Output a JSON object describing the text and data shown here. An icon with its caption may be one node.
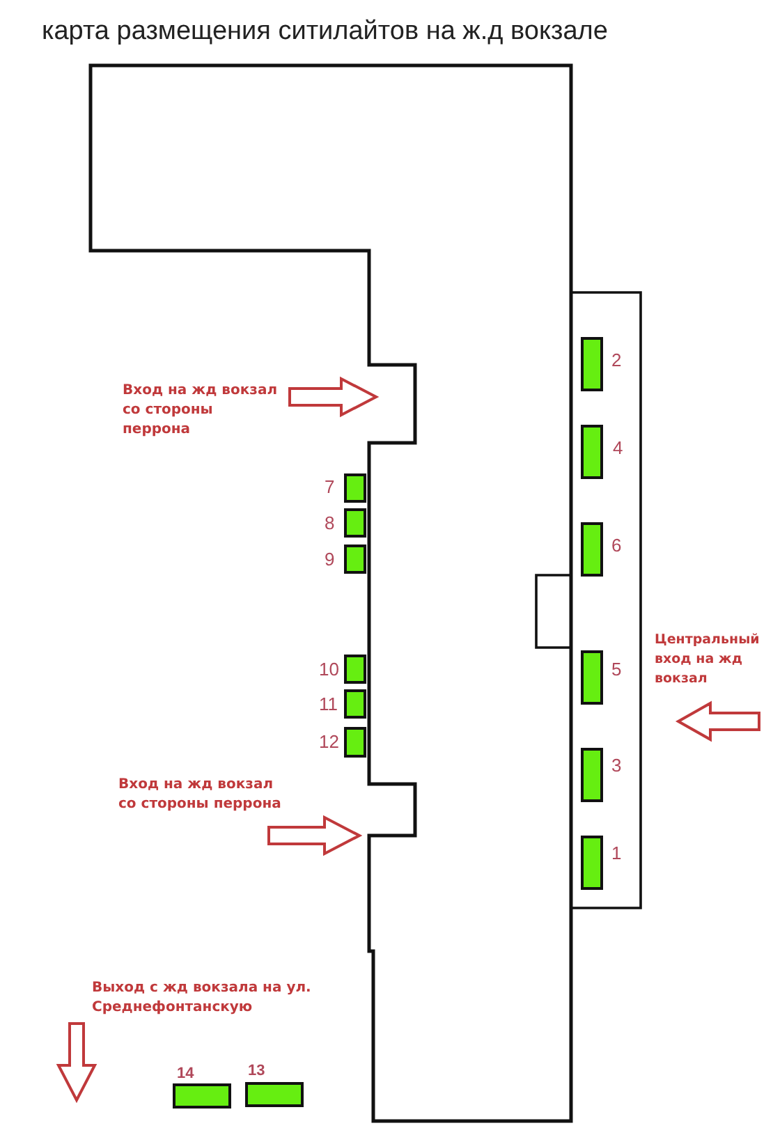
{
  "diagram": {
    "title": "карта размещения ситилайтов на ж.д вокзале",
    "nodes": [
      {
        "text": [],
        "shape": "box",
        "beside": [
          "7"
        ]
      },
      {
        "text": [],
        "shape": "box",
        "beside": [
          "8"
        ]
      },
      {
        "text": [],
        "shape": "box",
        "beside": [
          "9"
        ]
      },
      {
        "text": [],
        "shape": "box",
        "beside": [
          "10"
        ]
      },
      {
        "text": [],
        "shape": "box",
        "beside": [
          "11"
        ]
      },
      {
        "text": [],
        "shape": "box",
        "beside": [
          "12"
        ]
      },
      {
        "text": [],
        "shape": "box",
        "beside": [
          "2"
        ]
      },
      {
        "text": [],
        "shape": "box",
        "beside": [
          "4"
        ]
      },
      {
        "text": [],
        "shape": "box",
        "beside": [
          "6"
        ]
      },
      {
        "text": [],
        "shape": "box",
        "beside": [
          "5"
        ]
      },
      {
        "text": [],
        "shape": "box",
        "beside": [
          "3"
        ]
      },
      {
        "text": [],
        "shape": "box",
        "beside": [
          "1"
        ]
      },
      {
        "text": [],
        "shape": "box",
        "beside": [
          "14"
        ]
      },
      {
        "text": [],
        "shape": "box",
        "beside": [
          "13"
        ]
      }
    ],
    "labels": [
      "Вход на жд вокзал со стороны перрона",
      "Центральный вход на жд вокзал",
      "Вход на жд вокзал со стороны перрона",
      "Выход с жд вокзала на ул. Среднефонтанскую"
    ]
  }
}
